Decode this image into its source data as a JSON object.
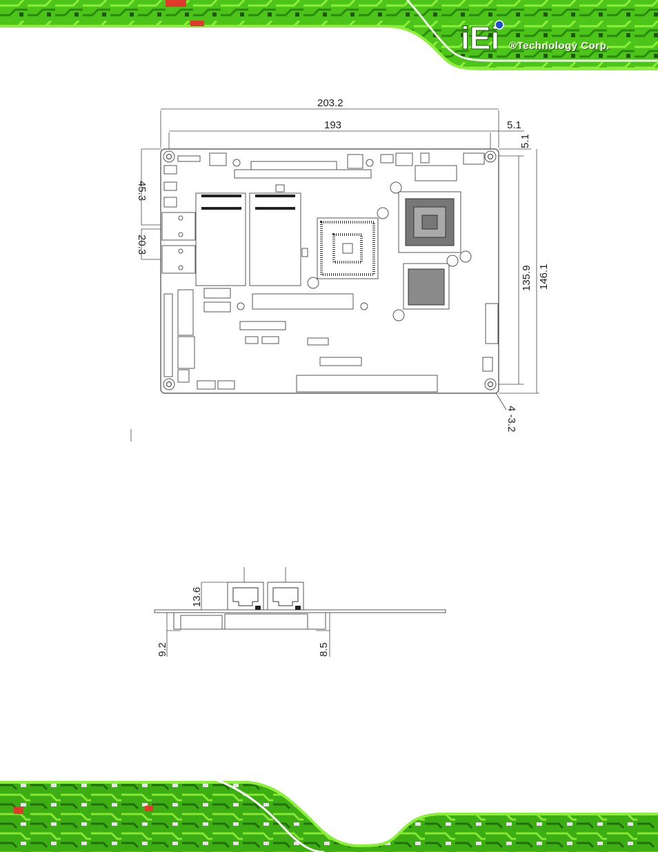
{
  "header": {
    "brand_logo": "iEi",
    "brand_tagline": "®Technology Corp.",
    "colors": {
      "pcb_green": "#3fb816",
      "pcb_bright": "#7ae62a",
      "pcb_dark": "#1d5a0a"
    }
  },
  "top_view": {
    "dimensions": {
      "overall_width": "203.2",
      "hole_spacing_width": "193",
      "hole_offset_right": "5.1",
      "hole_offset_top": "5.1",
      "lan_upper_offset": "45.3",
      "lan_spacing": "20.3",
      "hole_spacing_height": "135.9",
      "overall_height": "146.1",
      "mounting_holes": "4 -3.2"
    }
  },
  "side_view": {
    "dimensions": {
      "connector_height": "13.6",
      "bottom_left_clearance": "9.2",
      "bottom_right_clearance": "8.5"
    }
  }
}
